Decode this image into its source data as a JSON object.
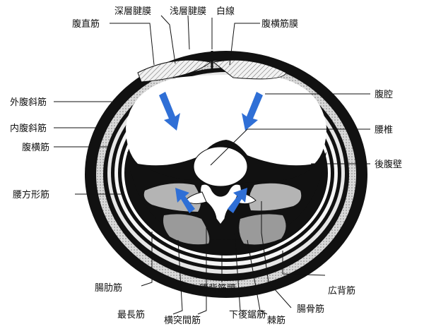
{
  "labels": {
    "fukuchokukin": "腹直筋",
    "shinsou_kenmaku": "深層腱膜",
    "sensou_kenmaku": "浅層腱膜",
    "hakusen": "白線",
    "fukuoukinmaku": "腹横筋膜",
    "gaifukushakin": "外腹斜筋",
    "naifukushakin": "内腹斜筋",
    "fukuoukin": "腹横筋",
    "youhoukeikin": "腰方形筋",
    "choukoukin": "腸肋筋",
    "saichoukin": "最長筋",
    "outotsukankin": "横突間筋",
    "youhaikinmaku": "腰背筋膜",
    "kagokyokin": "下後鋸筋",
    "kyokukin": "棘筋",
    "choukotsukin": "腸骨筋",
    "kouhaikin": "広背筋",
    "fukukou": "腹腔",
    "yousui": "腰椎",
    "koufukuheki": "後腹壁"
  },
  "colors": {
    "wall": "#111111",
    "muscle_gray": "#b4b4b4",
    "dotted_band": "#c8c8c8",
    "arrow": "#2f6fd6"
  }
}
